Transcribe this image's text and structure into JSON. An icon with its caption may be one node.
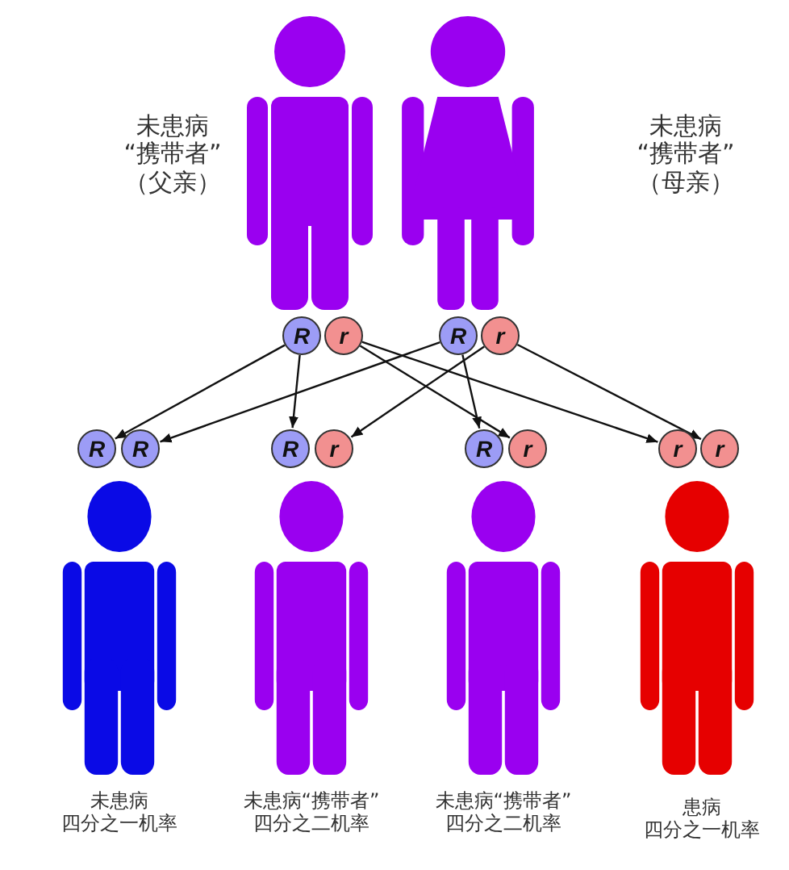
{
  "diagram": {
    "nodes": [
      {
        "text": [],
        "shape": "person",
        "beside": [
          "未患病",
          "“携带者”",
          "（父亲）"
        ]
      },
      {
        "text": [],
        "shape": "person",
        "beside": [
          "未患病",
          "“携带者”",
          "（母亲）"
        ]
      },
      {
        "text": [
          "R"
        ]
      },
      {
        "text": [
          "r"
        ]
      },
      {
        "text": [
          "R"
        ]
      },
      {
        "text": [
          "r"
        ]
      },
      {
        "text": [
          "R"
        ]
      },
      {
        "text": [
          "R"
        ]
      },
      {
        "text": [
          "R"
        ]
      },
      {
        "text": [
          "r"
        ]
      },
      {
        "text": [
          "R"
        ]
      },
      {
        "text": [
          "r"
        ]
      },
      {
        "text": [
          "r"
        ]
      },
      {
        "text": [
          "r"
        ]
      },
      {
        "text": [],
        "shape": "person",
        "beside": [
          "未患病",
          "四分之一机率"
        ]
      },
      {
        "text": [],
        "shape": "person",
        "beside": [
          "未患病“携带者”",
          "四分之二机率"
        ]
      },
      {
        "text": [],
        "shape": "person",
        "beside": [
          "未患病“携带者”",
          "四分之二机率"
        ]
      },
      {
        "text": [],
        "shape": "person",
        "beside": [
          "患病",
          "四分之一机率"
        ]
      }
    ],
    "edges": [
      {
        "from": 2,
        "to": 6,
        "arrow": "to"
      },
      {
        "from": 2,
        "to": 8,
        "arrow": "to"
      },
      {
        "from": 3,
        "to": 11,
        "arrow": "to"
      },
      {
        "from": 3,
        "to": 12,
        "arrow": "to"
      },
      {
        "from": 4,
        "to": 7,
        "arrow": "to"
      },
      {
        "from": 4,
        "to": 10,
        "arrow": "to"
      },
      {
        "from": 5,
        "to": 9,
        "arrow": "to"
      },
      {
        "from": 5,
        "to": 13,
        "arrow": "to"
      }
    ]
  }
}
